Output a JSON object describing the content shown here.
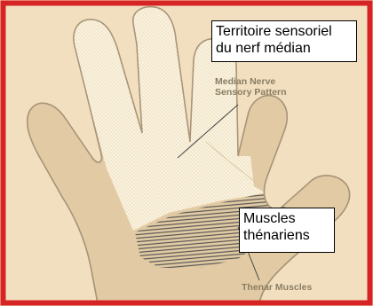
{
  "colors": {
    "border": "#d62424",
    "background": "#f2dfc0",
    "hand": "#e2cba4",
    "hand_outline": "#a89578",
    "sensory_pattern": "#fbf3de",
    "hatch": "#555555",
    "label_text": "#8a7d63"
  },
  "labels": {
    "sensory_french_line1": "Territoire sensoriel",
    "sensory_french_line2": "du nerf médian",
    "sensory_english_line1": "Median Nerve",
    "sensory_english_line2": "Sensory Pattern",
    "thenar_french_line1": "Muscles",
    "thenar_french_line2": "thénariens",
    "thenar_english": "Thenar Muscles"
  }
}
